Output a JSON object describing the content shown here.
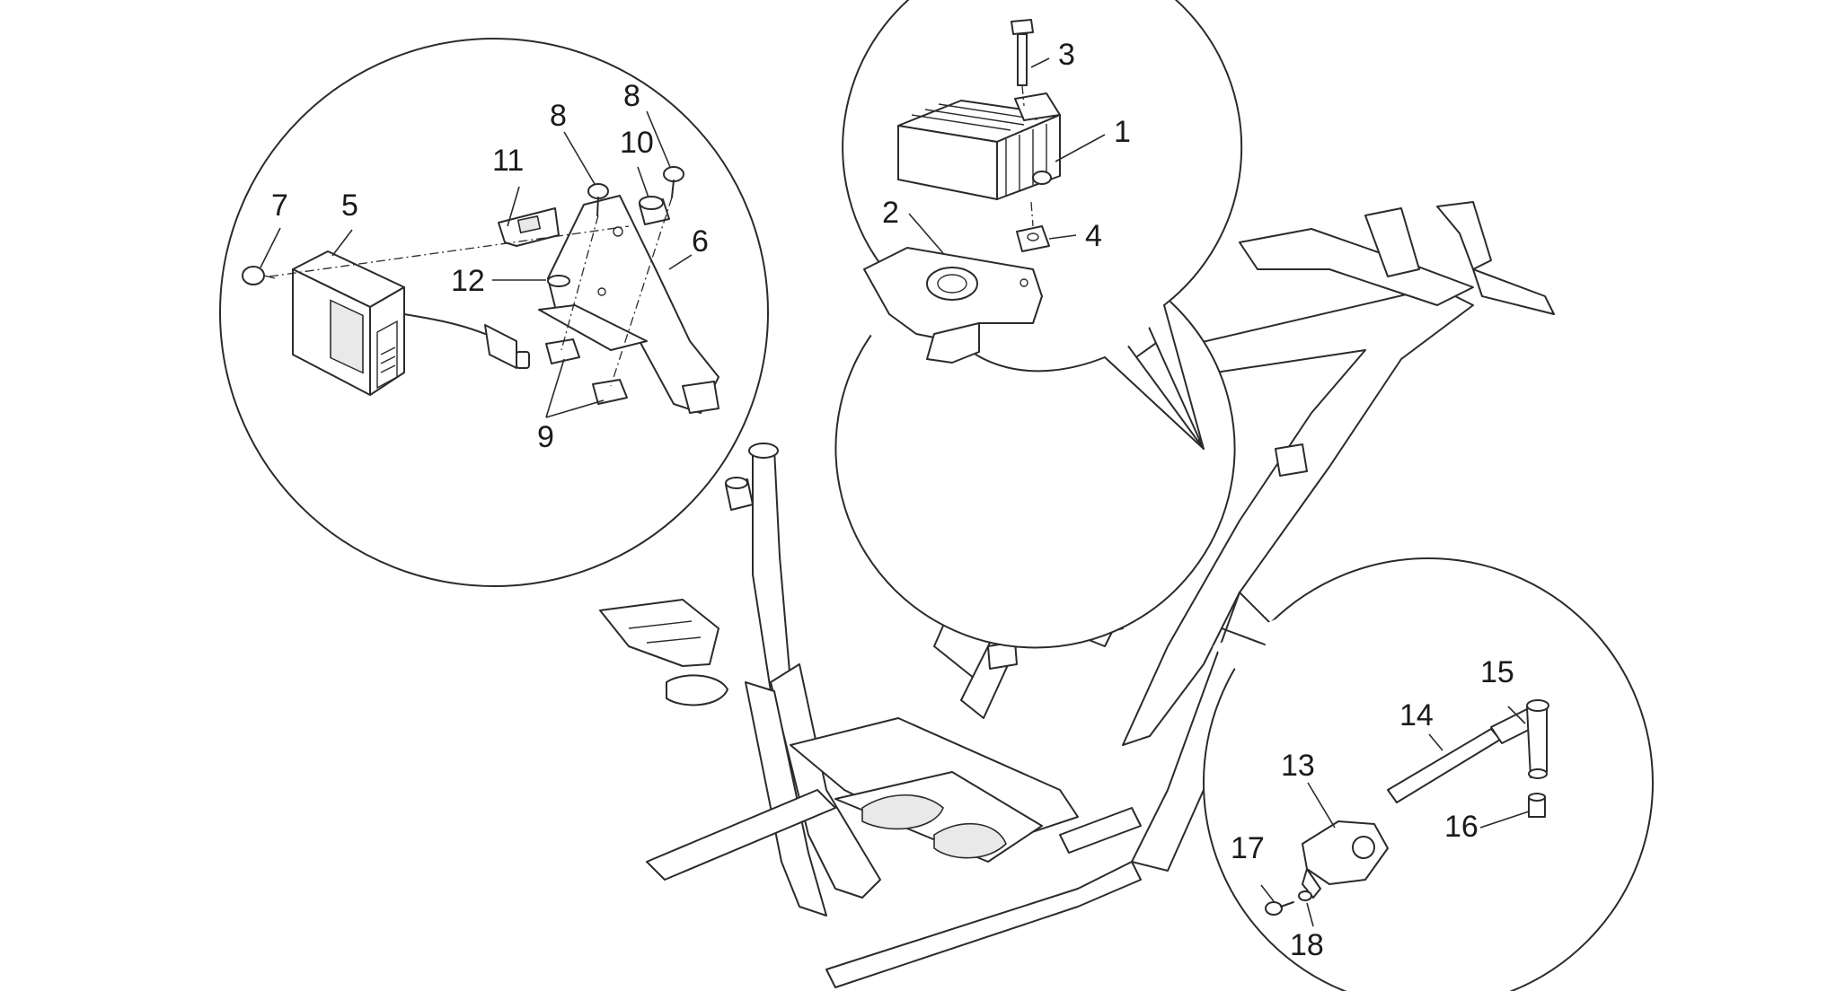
{
  "diagram": {
    "type": "exploded-parts-diagram",
    "line_color": "#2b2b2b",
    "background": "#ffffff",
    "callouts": [
      {
        "id": "c1",
        "label": "1"
      },
      {
        "id": "c2",
        "label": "2"
      },
      {
        "id": "c3",
        "label": "3"
      },
      {
        "id": "c4",
        "label": "4"
      },
      {
        "id": "c5",
        "label": "5"
      },
      {
        "id": "c6",
        "label": "6"
      },
      {
        "id": "c7",
        "label": "7"
      },
      {
        "id": "c8a",
        "label": "8"
      },
      {
        "id": "c8b",
        "label": "8"
      },
      {
        "id": "c9",
        "label": "9"
      },
      {
        "id": "c10",
        "label": "10"
      },
      {
        "id": "c11",
        "label": "11"
      },
      {
        "id": "c12",
        "label": "12"
      },
      {
        "id": "c13",
        "label": "13"
      },
      {
        "id": "c14",
        "label": "14"
      },
      {
        "id": "c15",
        "label": "15"
      },
      {
        "id": "c16",
        "label": "16"
      },
      {
        "id": "c17",
        "label": "17"
      },
      {
        "id": "c18",
        "label": "18"
      }
    ]
  }
}
